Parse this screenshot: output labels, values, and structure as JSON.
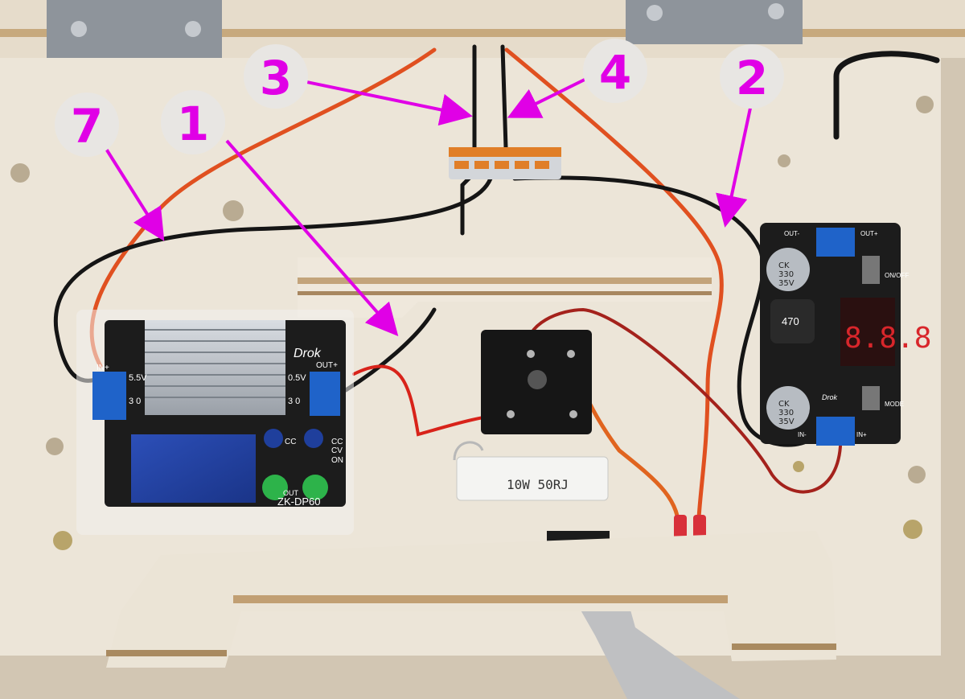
{
  "markers": [
    {
      "label": "1"
    },
    {
      "label": "2"
    },
    {
      "label": "3"
    },
    {
      "label": "4"
    },
    {
      "label": "7"
    }
  ],
  "components": {
    "left_module": {
      "brand": "Drok",
      "model": "ZK-DP60",
      "in_label": "IN+",
      "out_label": "OUT+",
      "vin": "5.5V",
      "vout": "0.5V",
      "n30a": "3 0",
      "n30b": "3 0",
      "cc1": "CC",
      "cc2": "CC",
      "cv": "CV",
      "on": "ON",
      "out": "OUT"
    },
    "resistor": {
      "marking": "10W 50RJ"
    },
    "right_module": {
      "out_label": "OUT-",
      "out_plus": "OUT+",
      "onoff": "ON/OFF",
      "mode": "MODE",
      "in_label": "IN-",
      "in_plus": "IN+",
      "cap_top": [
        "CK",
        "330",
        "35V"
      ],
      "cap_bottom": [
        "CK",
        "330",
        "35V"
      ],
      "inductor": "470",
      "display": "8.8.8",
      "brand": "Drok"
    }
  },
  "colors": {
    "marker_fill": "#e8e6e3",
    "marker_text": "#e000e6",
    "arrow": "#e000e6",
    "plywood": "#ece5d8",
    "wire_red": "#e05020",
    "wire_black": "#151515"
  }
}
